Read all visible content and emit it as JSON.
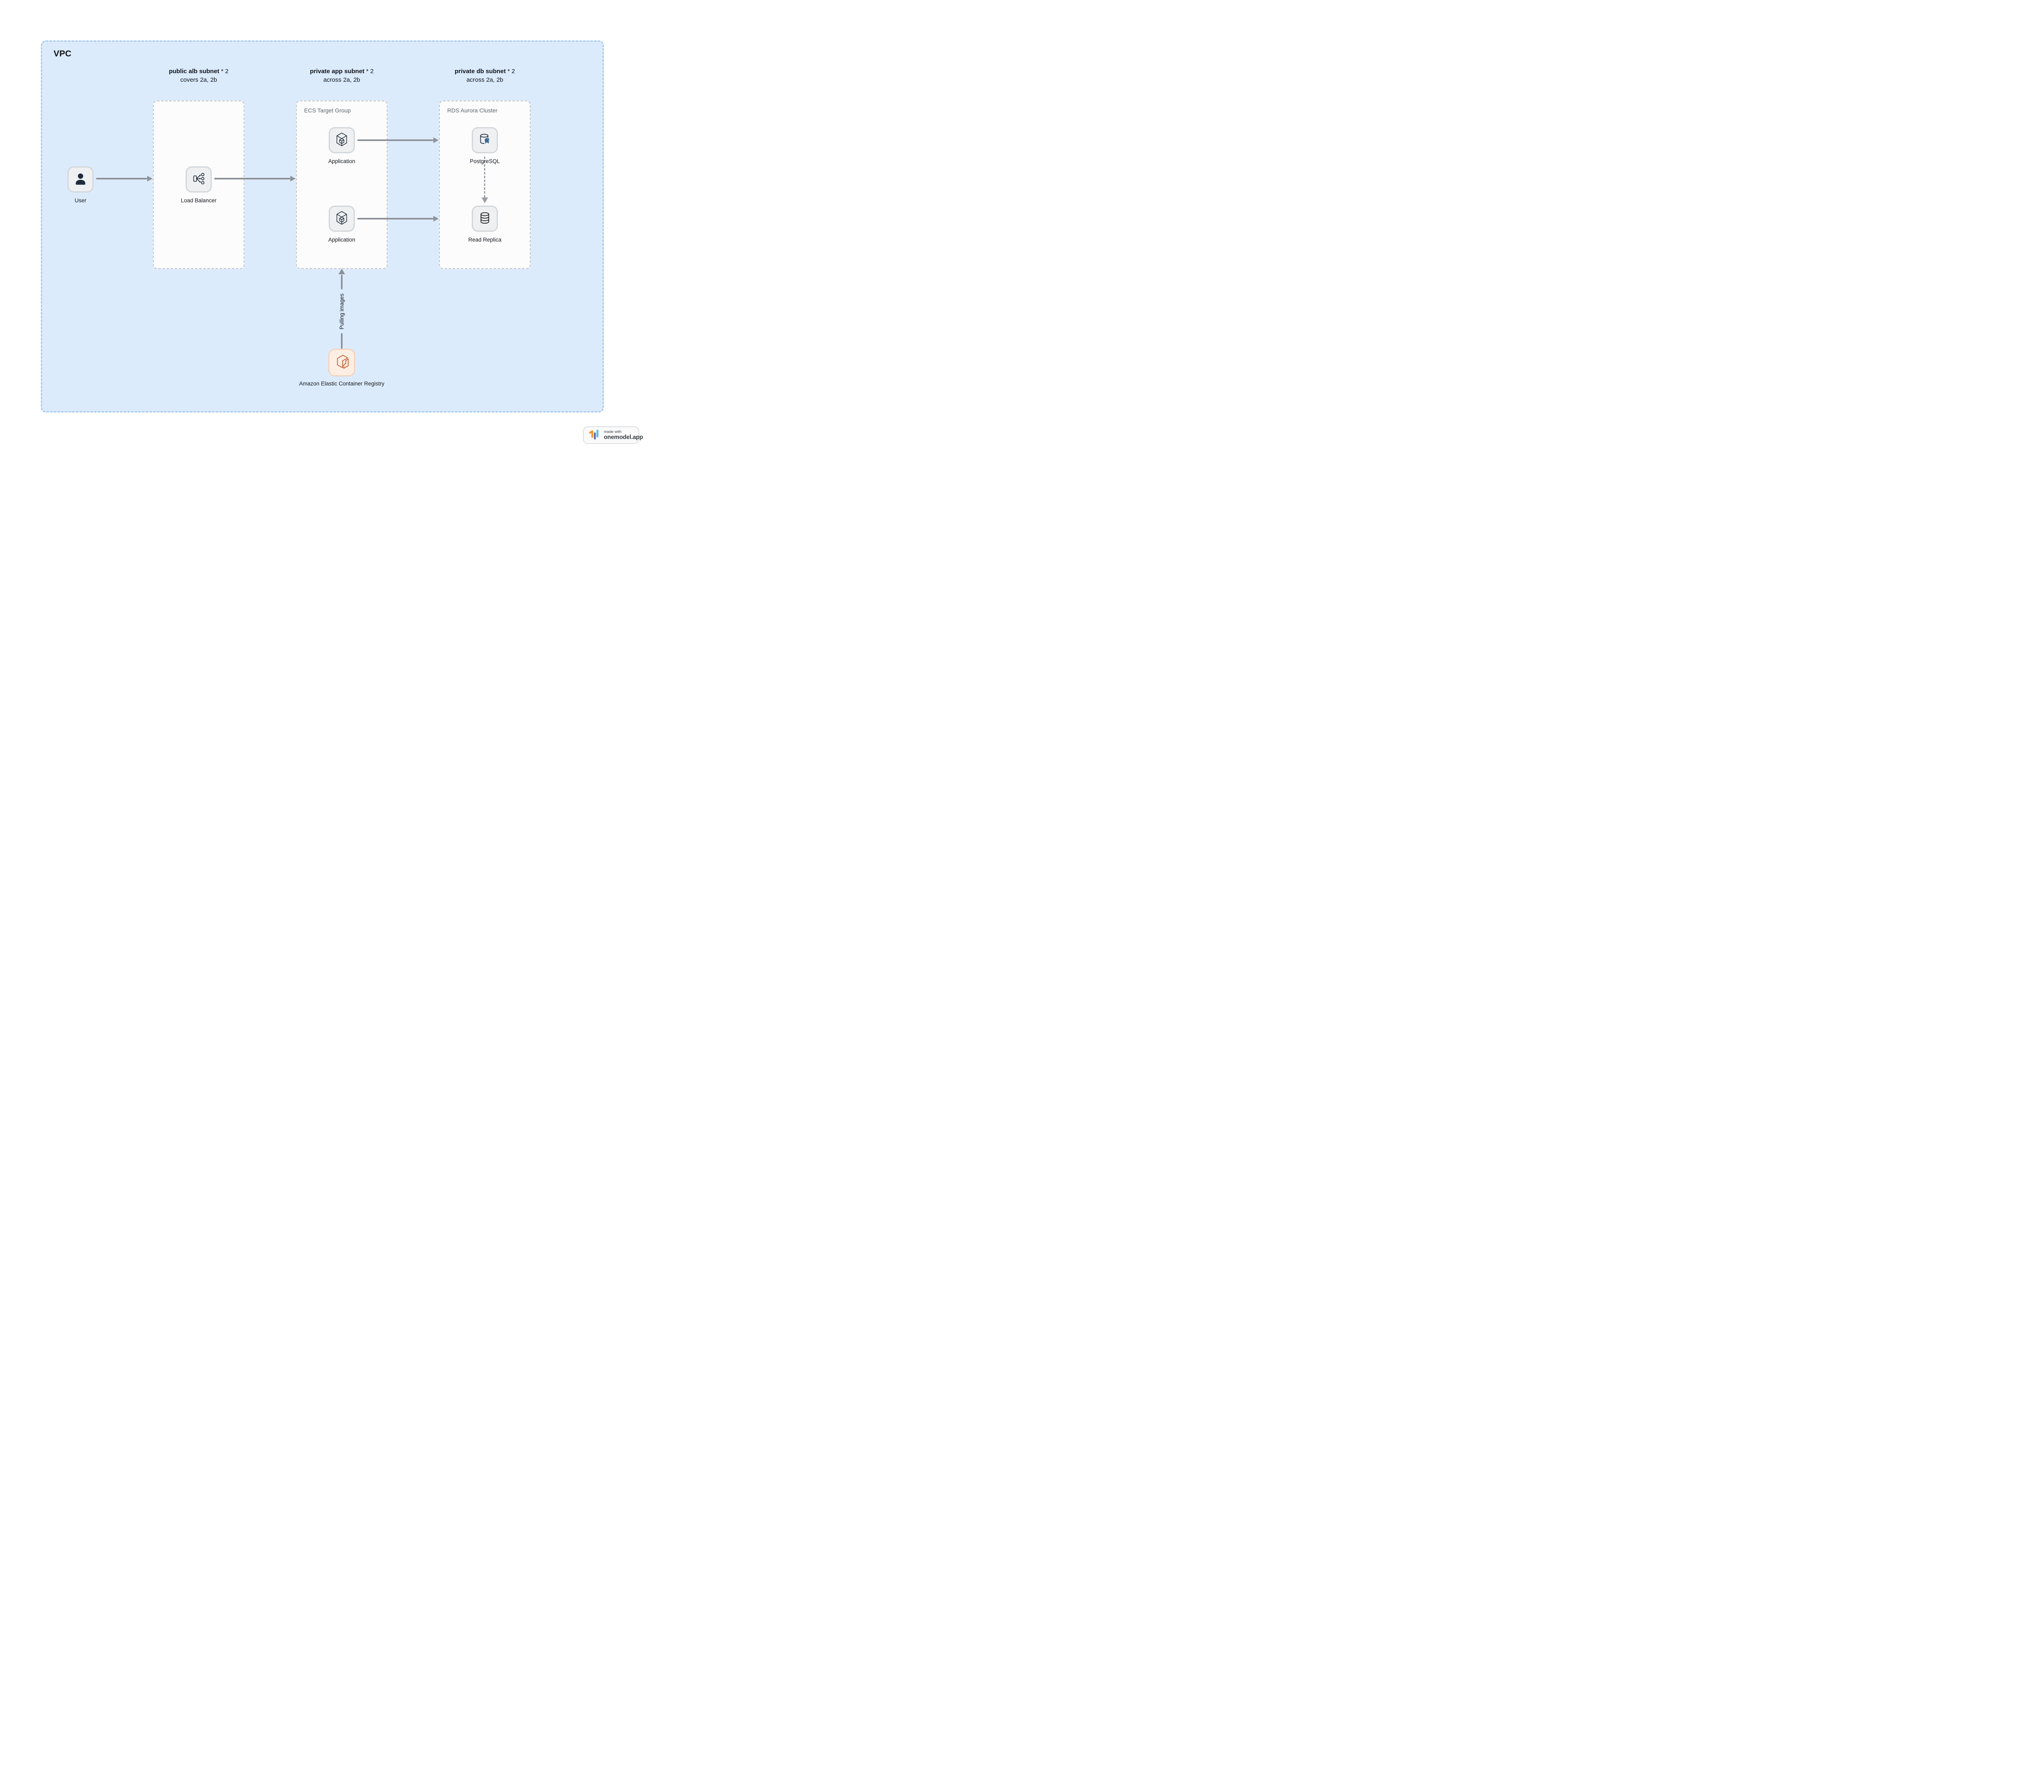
{
  "vpc": {
    "label": "VPC"
  },
  "subnets": [
    {
      "title": "public alb subnet",
      "suffix": " * 2",
      "subtitle": "covers 2a, 2b",
      "box_label": ""
    },
    {
      "title": "private app subnet",
      "suffix": " * 2",
      "subtitle": "across 2a, 2b",
      "box_label": "ECS Target Group"
    },
    {
      "title": "private db subnet",
      "suffix": " * 2",
      "subtitle": "across 2a, 2b",
      "box_label": "RDS Aurora Cluster"
    }
  ],
  "nodes": {
    "user": {
      "label": "User"
    },
    "load_balancer": {
      "label": "Load Balancer"
    },
    "application_top": {
      "label": "Application"
    },
    "application_bottom": {
      "label": "Application"
    },
    "postgresql": {
      "label": "PostgreSQL"
    },
    "read_replica": {
      "label": "Read Replica"
    },
    "ecr": {
      "label": "Amazon Elastic Container Registry"
    }
  },
  "edges": {
    "pulling_images_label": "Pulling images"
  },
  "badge": {
    "made_with": "made with",
    "brand": "onemodel.app"
  },
  "colors": {
    "vpc_fill": "#dcebfc",
    "vpc_border": "#a5c9f0",
    "subnet_fill": "#fcfcfd",
    "subnet_border": "#c1c4c9",
    "node_fill": "#eef0f2",
    "node_border": "#d4d7da",
    "ecr_fill": "#fdeee3",
    "ecr_border": "#f3d3bf",
    "arrow_gray": "#8d9298",
    "icon_dark": "#1f2b3a",
    "postgres_blue": "#38678f",
    "ecr_orange": "#c2582c",
    "badge_orange": "#f0992e",
    "badge_purple": "#6468af",
    "badge_cyan": "#49c3ea"
  }
}
